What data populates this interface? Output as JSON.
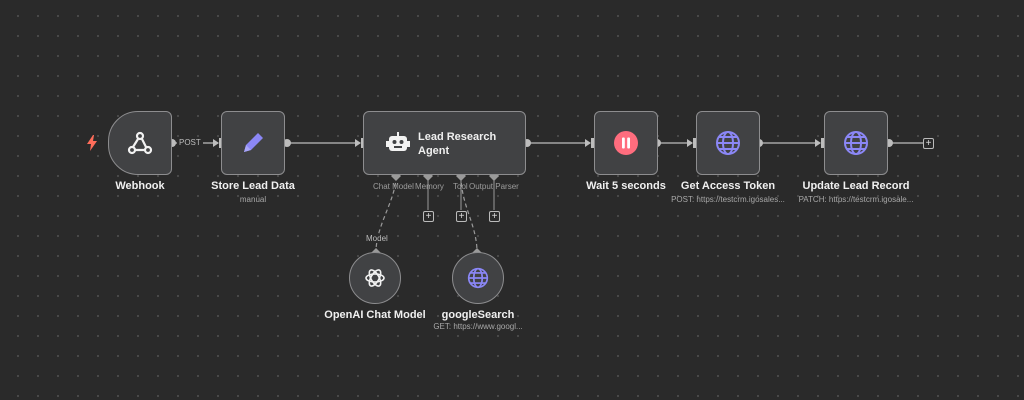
{
  "nodes": {
    "webhook": {
      "label": "Webhook"
    },
    "store_lead": {
      "label": "Store Lead Data",
      "subtitle": "manual"
    },
    "agent": {
      "label_line1": "Lead Research",
      "label_line2": "Agent",
      "ports": {
        "chat_model": "Chat Model",
        "memory": "Memory",
        "tool": "Tool",
        "output_parser": "Output Parser"
      }
    },
    "wait": {
      "label": "Wait 5 seconds"
    },
    "get_token": {
      "label": "Get Access Token",
      "subtitle": "POST: https://testcrm.igosales..."
    },
    "update_lead": {
      "label": "Update Lead Record",
      "subtitle": "PATCH: https://testcrm.igosale..."
    },
    "openai": {
      "label": "OpenAI Chat Model"
    },
    "google_search": {
      "label": "googleSearch",
      "subtitle": "GET: https://www.googl..."
    }
  },
  "edges": {
    "webhook_to_store": "POST",
    "model_link": "Model"
  },
  "plus": "+",
  "colors": {
    "canvas": "#2a2a2a",
    "node_bg": "#414244",
    "node_border": "#8d8d8f",
    "accent": "#8b87f6",
    "trigger": "#ff6d5a",
    "wait": "#ff6d7e"
  },
  "icons": [
    "lightning-bolt-icon",
    "webhook-icon",
    "pencil-icon",
    "robot-icon",
    "pause-icon",
    "globe-icon",
    "openai-icon"
  ]
}
